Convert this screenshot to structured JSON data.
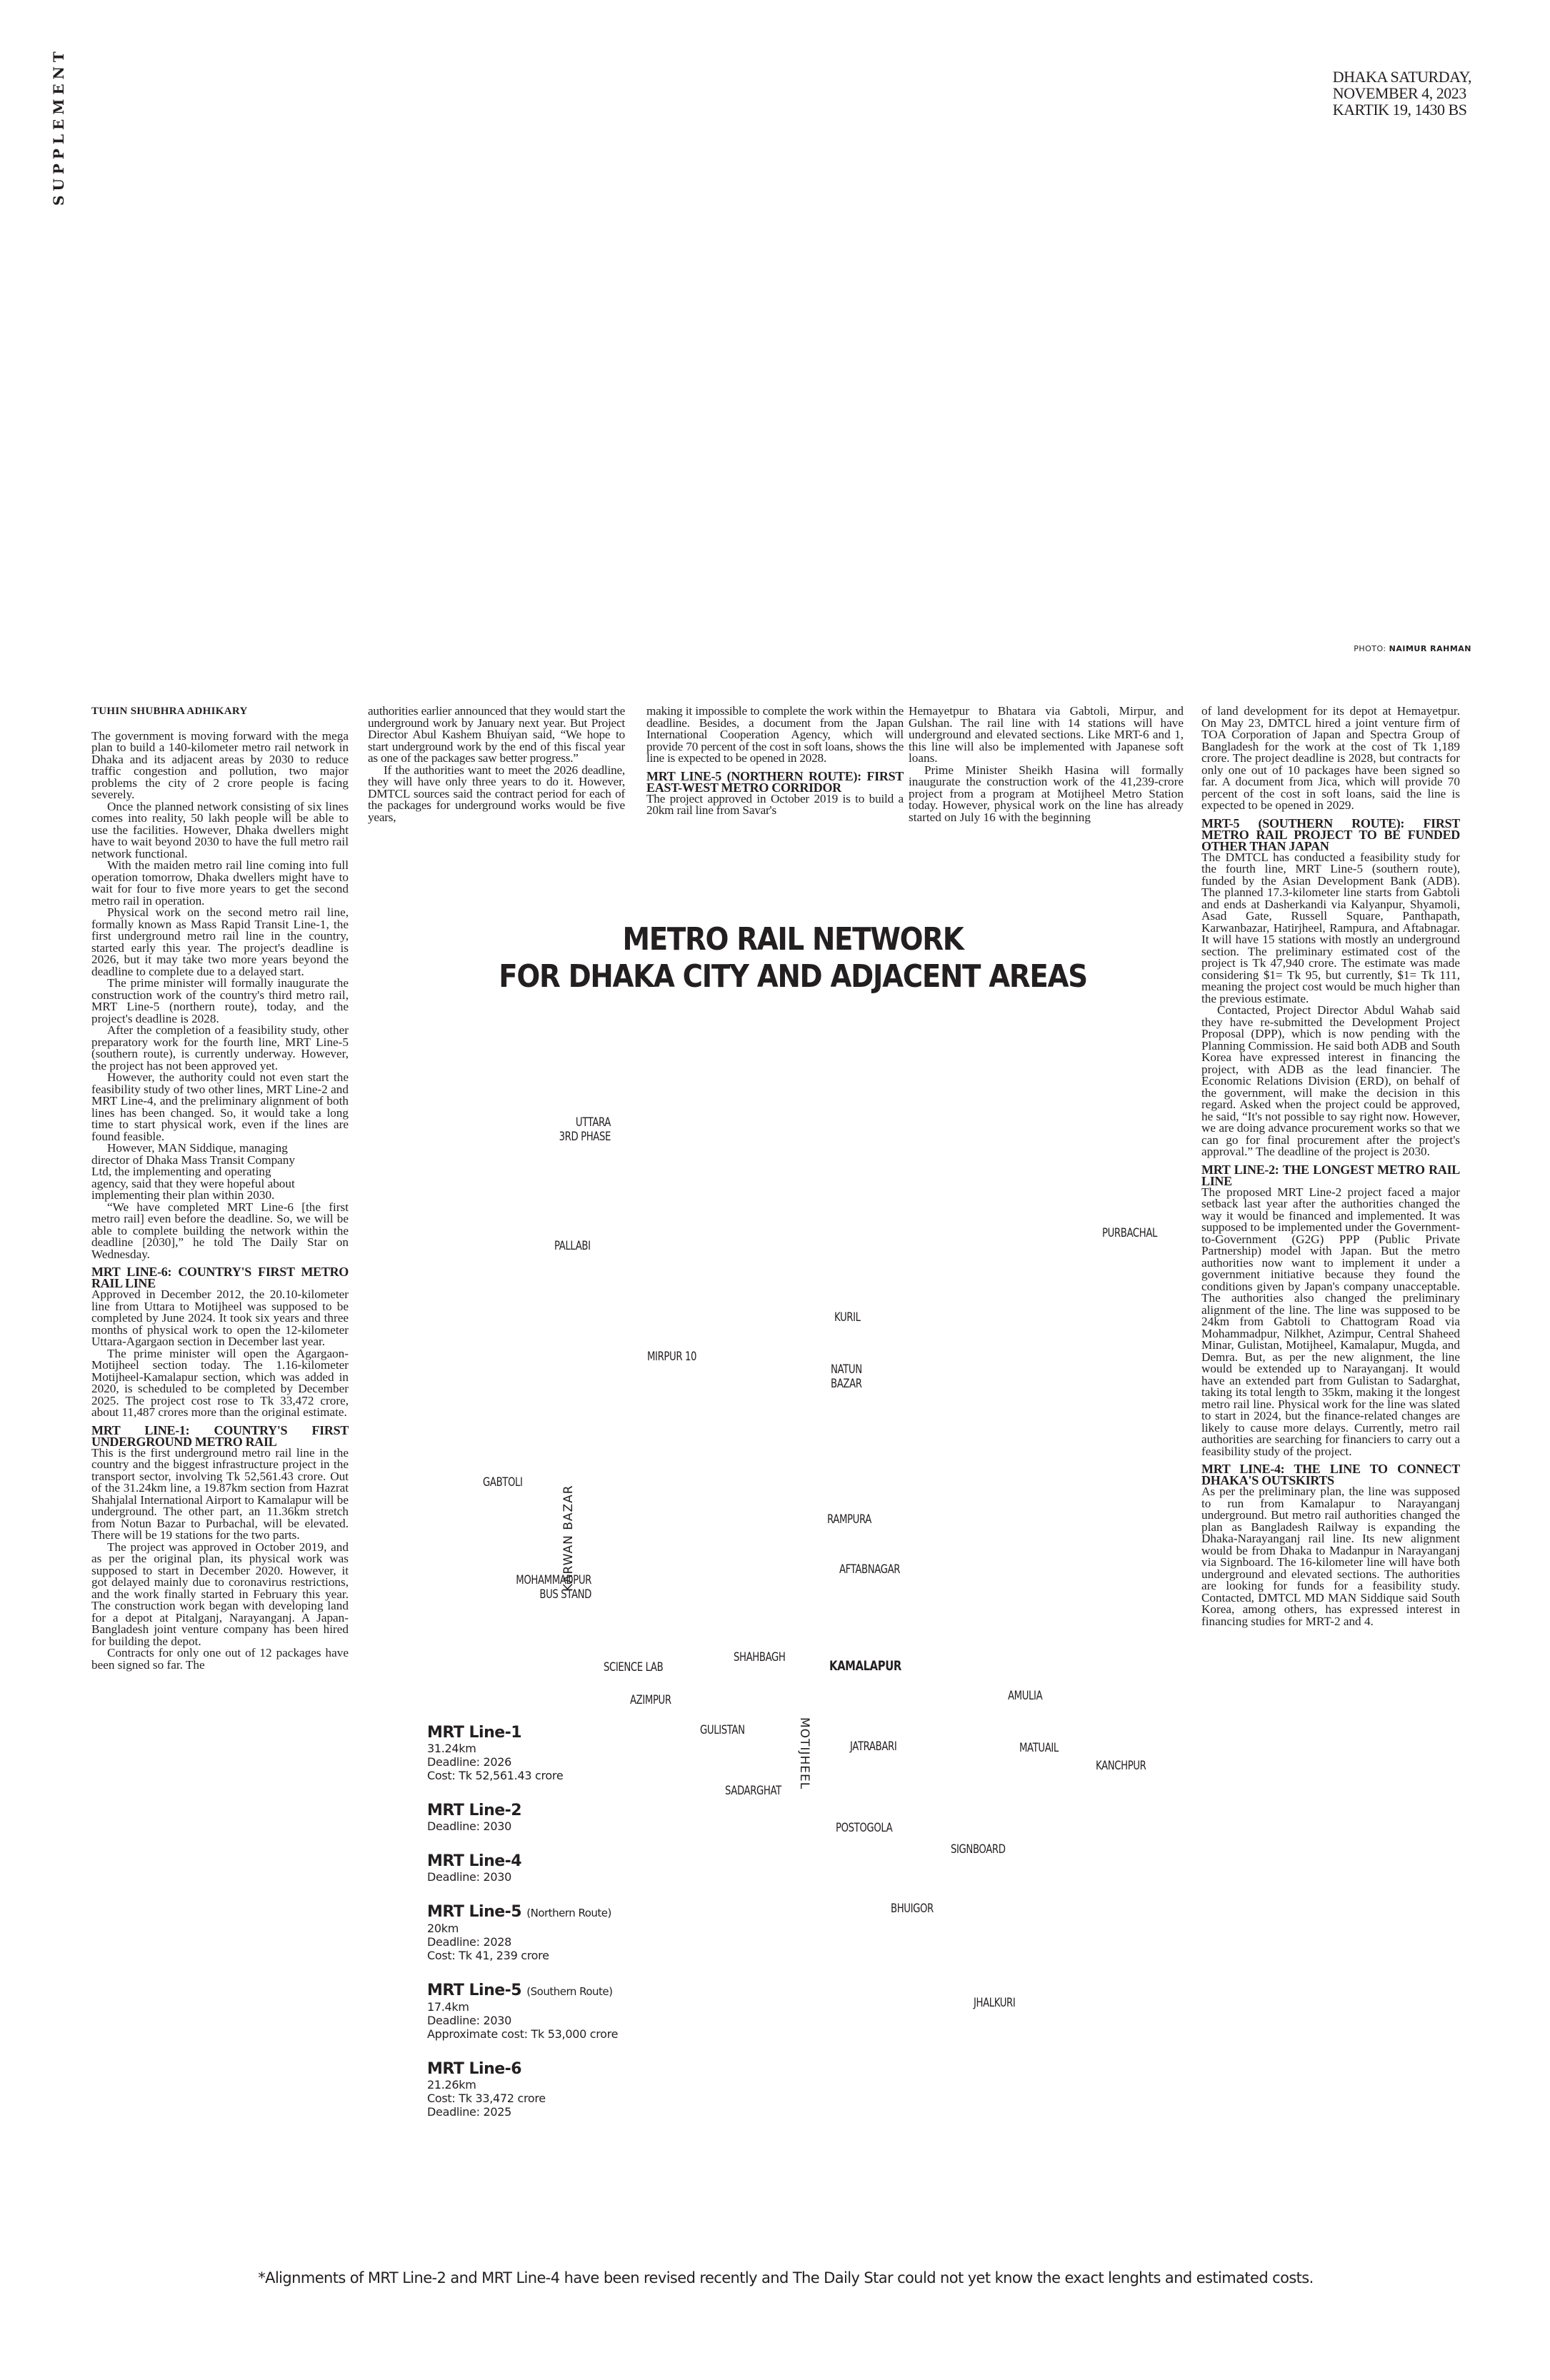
{
  "page": {
    "section_label": "SUPPLEMENT",
    "dateline": [
      "DHAKA SATURDAY,",
      "NOVEMBER 4, 2023",
      "KARTIK 19, 1430 BS"
    ],
    "photo_credit": {
      "label": "PHOTO:",
      "name": "NAIMUR RAHMAN"
    }
  },
  "article": {
    "byline": "TUHIN SHUBHRA ADHIKARY",
    "col1": [
      "The government is moving forward with the mega plan to build a 140-kilometer metro rail network in Dhaka and its adjacent areas by 2030 to reduce traffic congestion and pollution, two major problems the city of 2 crore people is facing severely.",
      "Once the planned network consisting of six lines comes into reality, 50 lakh people will be able to use the facilities. However, Dhaka dwellers might have to wait beyond 2030 to have the full metro rail network functional.",
      "With the maiden metro rail line coming into full operation tomorrow, Dhaka dwellers might have to wait for four to five more years to get the second metro rail in operation.",
      "Physical work on the second metro rail line, formally known as Mass Rapid Transit Line-1, the first underground metro rail line in the country, started early this year. The project's deadline is 2026, but it may take two more years beyond the deadline to complete due to a delayed start.",
      "The prime minister will formally inaugurate the construction work of the country's third metro rail, MRT Line-5 (northern route), today, and the project's deadline is 2028.",
      "After the completion of a feasibility study, other preparatory work for the fourth line, MRT Line-5 (southern route), is currently underway. However, the project has not been approved yet.",
      "However, the authority could not even start the feasibility study of two other lines, MRT Line-2 and MRT Line-4, and the preliminary alignment of both lines has been changed. So, it would take a long time to start physical work, even if the lines are found feasible.",
      "However, MAN Siddique, managing director of Dhaka Mass Transit Company Ltd, the implementing and operating agency, said that they were hopeful about implementing their plan within 2030.",
      "“We have completed MRT Line-6 [the first metro rail] even before the deadline. So, we will be able to complete building the network within the deadline [2030],” he told The Daily Star on Wednesday."
    ],
    "heading_line6": "MRT LINE-6: COUNTRY'S FIRST METRO RAIL LINE",
    "line6_paras": [
      "Approved in December 2012, the 20.10-kilometer line from Uttara to Motijheel was supposed to be completed by June 2024. It took six years and three months of physical work to open the 12-kilometer Uttara-Agargaon section in December last year.",
      "The prime minister will open the Agargaon-Motijheel section today. The 1.16-kilometer Motijheel-Kamalapur section, which was added in 2020, is scheduled to be completed by December 2025. The project cost rose to Tk 33,472 crore, about 11,487 crores more than the original estimate."
    ],
    "heading_line1": "MRT LINE-1: COUNTRY'S FIRST UNDERGROUND METRO RAIL",
    "line1_paras": [
      "This is the first underground metro rail line in the country and the biggest infrastructure project in the transport sector, involving Tk 52,561.43 crore. Out of the 31.24km line, a 19.87km section from Hazrat Shahjalal International Airport to Kamalapur will be underground. The other part, an 11.36km stretch from Notun Bazar to Purbachal, will be elevated. There will be 19 stations for the two parts.",
      "The project was approved in October 2019, and as per the original plan, its physical work was supposed to start in December 2020. However, it got delayed mainly due to coronavirus restrictions, and the work finally started in February this year. The construction work began with developing land for a depot at Pitalganj, Narayanganj. A Japan-Bangladesh joint venture company has been hired for building the depot.",
      "Contracts for only one out of 12 packages have been signed so far. The"
    ],
    "col2": [
      "authorities earlier announced that they would start the underground work by January next year. But Project Director Abul Kashem Bhuiyan said, “We hope to start underground work by the end of this fiscal year as one of the packages saw better progress.”",
      "If the authorities want to meet the 2026 deadline, they will have only three years to do it. However, DMTCL sources said the contract period for each of the packages for underground works would be five years,"
    ],
    "col3": [
      "making it impossible to complete the work within the deadline. Besides, a document from the Japan International Cooperation Agency, which will provide 70 percent of the cost in soft loans, shows the line is expected to be opened in 2028."
    ],
    "heading_line5n": "MRT LINE-5 (NORTHERN ROUTE): FIRST EAST-WEST METRO CORRIDOR",
    "line5n_paras": [
      "The project approved in October 2019 is to build a 20km rail line from Savar's"
    ],
    "col4": [
      "Hemayetpur to Bhatara via Gabtoli, Mirpur, and Gulshan. The rail line with 14 stations will have underground and elevated sections. Like MRT-6 and 1, this line will also be implemented with Japanese soft loans.",
      "Prime Minister Sheikh Hasina will formally inaugurate the construction work of the 41,239-crore project from a program at Motijheel Metro Station today. However, physical work on the line has already started on July 16 with the beginning"
    ],
    "col5": [
      "of land development for its depot at Hemayetpur. On May 23, DMTCL hired a joint venture firm of TOA Corporation of Japan and Spectra Group of Bangladesh for the work at the cost of Tk 1,189 crore. The project deadline is 2028, but contracts for only one out of 10 packages have been signed so far. A document from Jica, which will provide 70 percent of the cost in soft loans, said the line is expected to be opened in 2029."
    ],
    "heading_line5s": "MRT-5 (SOUTHERN ROUTE): FIRST METRO RAIL PROJECT TO BE FUNDED OTHER THAN JAPAN",
    "line5s_paras": [
      "The DMTCL has conducted a feasibility study for the fourth line, MRT Line-5 (southern route), funded by the Asian Development Bank (ADB). The planned 17.3-kilometer line starts from Gabtoli and ends at Dasherkandi via Kalyanpur, Shyamoli, Asad Gate, Russell Square, Panthapath, Karwanbazar, Hatirjheel, Rampura, and Aftabnagar. It will have 15 stations with mostly an underground section. The preliminary estimated cost of the project is Tk 47,940 crore. The estimate was made considering $1= Tk 95, but currently, $1= Tk 111, meaning the project cost would be much higher than the previous estimate.",
      "Contacted, Project Director Abdul Wahab said they have re-submitted the Development Project Proposal (DPP), which is now pending with the Planning Commission. He said both ADB and South Korea have expressed interest in financing the project, with ADB as the lead financier. The Economic Relations Division (ERD), on behalf of the government, will make the decision in this regard. Asked when the project could be approved, he said, “It's not possible to say right now. However, we are doing advance procurement works so that we can go for final procurement after the project's approval.” The deadline of the project is 2030."
    ],
    "heading_line2": "MRT LINE-2: THE LONGEST METRO RAIL LINE",
    "line2_paras": [
      "The proposed MRT Line-2 project faced a major setback last year after the authorities changed the way it would be financed and implemented. It was supposed to be implemented under the Government-to-Government (G2G) PPP (Public Private Partnership) model with Japan. But the metro authorities now want to implement it under a government initiative because they found the conditions given by Japan's company unacceptable. The authorities also changed the preliminary alignment of the line. The line was supposed to be 24km from Gabtoli to Chattogram Road via Mohammadpur, Nilkhet, Azimpur, Central Shaheed Minar, Gulistan, Motijheel, Kamalapur, Mugda, and Demra. But, as per the new alignment, the line would be extended up to Narayanganj. It would have an extended part from Gulistan to Sadarghat, taking its total length to 35km, making it the longest metro rail line. Physical work for the line was slated to start in 2024, but the finance-related changes are likely to cause more delays. Currently, metro rail authorities are searching for financiers to carry out a feasibility study of the project."
    ],
    "heading_line4": "MRT LINE-4: THE LINE TO CONNECT DHAKA'S OUTSKIRTS",
    "line4_paras": [
      "As per the preliminary plan, the line was supposed to run from Kamalapur to Narayanganj underground. But metro rail authorities changed the plan as Bangladesh Railway is expanding the Dhaka-Narayanganj rail line. Its new alignment would be from Dhaka to Madanpur in Narayanganj via Signboard. The 16-kilometer line will have both underground and elevated sections. The authorities are looking for funds for a feasibility study. Contacted, DMTCL MD MAN Siddique said South Korea, among others, has expressed interest in financing studies for MRT-2 and 4."
    ]
  },
  "graphic": {
    "title_line1": "METRO RAIL NETWORK",
    "title_line2": "FOR DHAKA CITY AND ADJACENT AREAS",
    "stations": {
      "uttara_1": "UTTARA",
      "uttara_2": "3RD PHASE",
      "pallabi": "PALLABI",
      "purbachal": "PURBACHAL",
      "kuril": "KURIL",
      "mirpur10": "MIRPUR 10",
      "natun_1": "NATUN",
      "natun_2": "BAZAR",
      "gabtoli": "GABTOLI",
      "karwan_bazar": "KARWAN BAZAR",
      "rampura": "RAMPURA",
      "aftabnagar": "AFTABNAGAR",
      "mohammadpur_1": "MOHAMMADPUR",
      "mohammadpur_2": "BUS STAND",
      "shahbagh": "SHAHBAGH",
      "science_lab": "SCIENCE LAB",
      "kamalapur": "KAMALAPUR",
      "azimpur": "AZIMPUR",
      "amulia": "AMULIA",
      "gulistan": "GULISTAN",
      "motijheel": "MOTIJHEEL",
      "jatrabari": "JATRABARI",
      "matuail": "MATUAIL",
      "kanchpur": "KANCHPUR",
      "sadarghat": "SADARGHAT",
      "postogola": "POSTOGOLA",
      "signboard": "SIGNBOARD",
      "bhuigor": "BHUIGOR",
      "jhalkuri": "JHALKURI"
    },
    "legend": [
      {
        "name": "MRT Line-1",
        "route": "",
        "details": [
          "31.24km",
          "Deadline: 2026",
          "Cost: Tk 52,561.43 crore"
        ]
      },
      {
        "name": "MRT Line-2",
        "route": "",
        "details": [
          "Deadline: 2030"
        ]
      },
      {
        "name": "MRT Line-4",
        "route": "",
        "details": [
          "Deadline: 2030"
        ]
      },
      {
        "name": "MRT Line-5",
        "route": "(Northern Route)",
        "details": [
          "20km",
          "Deadline: 2028",
          "Cost: Tk 41, 239 crore"
        ]
      },
      {
        "name": "MRT Line-5",
        "route": "(Southern Route)",
        "details": [
          "17.4km",
          "Deadline: 2030",
          "Approximate cost: Tk 53,000 crore"
        ]
      },
      {
        "name": "MRT Line-6",
        "route": "",
        "details": [
          "21.26km",
          "Cost:  Tk 33,472 crore",
          "Deadline: 2025"
        ]
      }
    ],
    "footnote": "*Alignments of MRT Line-2 and MRT Line-4 have been revised recently and The Daily Star could not yet know the exact lenghts and estimated costs."
  }
}
